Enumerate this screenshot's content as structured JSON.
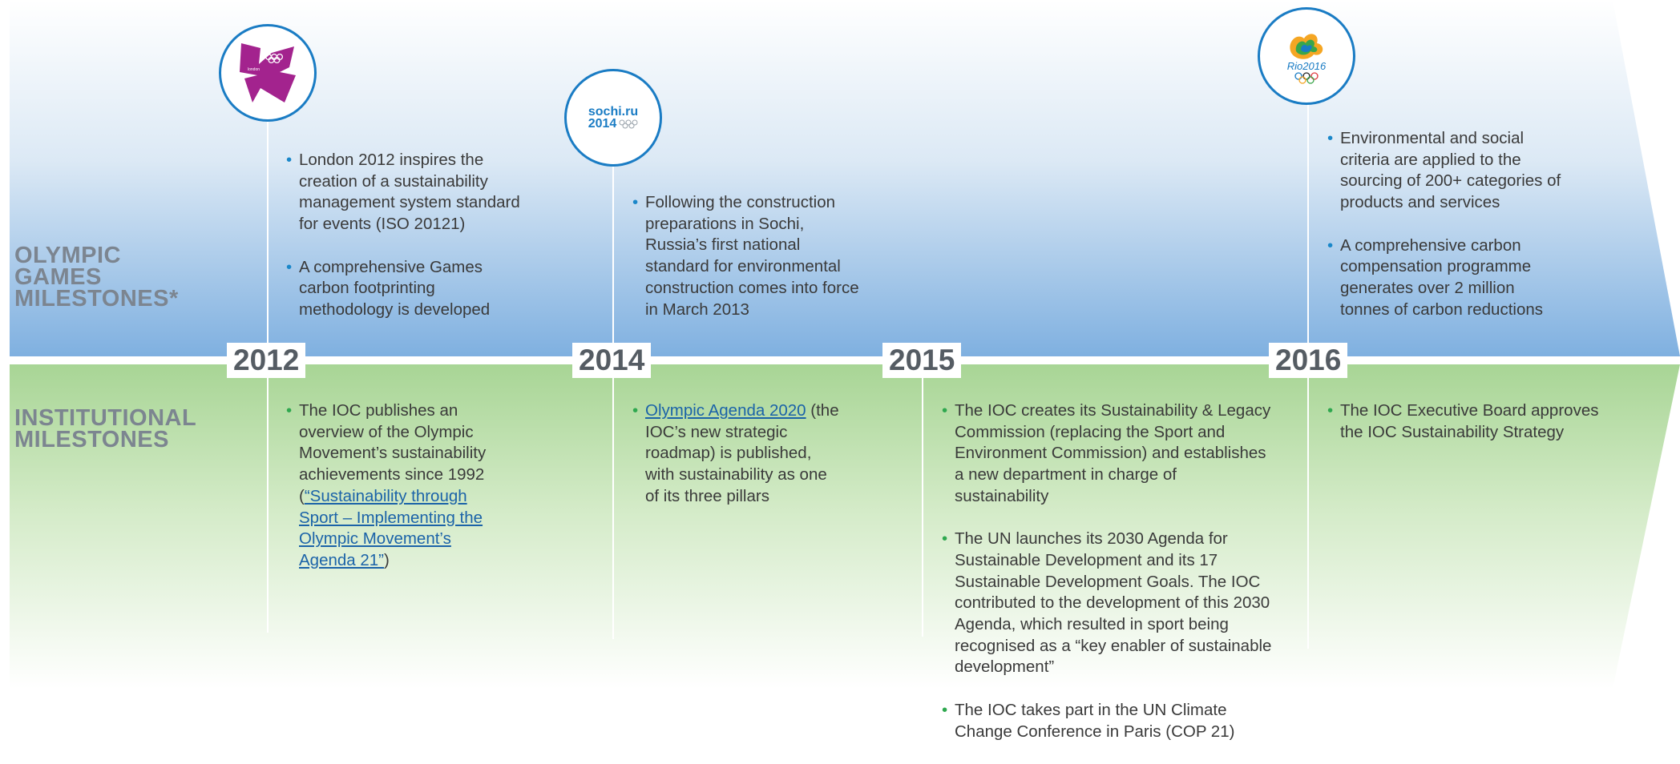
{
  "rows": {
    "top_label": [
      "OLYMPIC",
      "GAMES",
      "MILESTONES*"
    ],
    "bottom_label": [
      "INSTITUTIONAL",
      "MILESTONES"
    ]
  },
  "years": [
    "2012",
    "2014",
    "2015",
    "2016"
  ],
  "logos": {
    "london": {
      "text": "london"
    },
    "sochi": {
      "line1": "sochi.ru",
      "line2": "2014"
    },
    "rio": {
      "text": "Rio2016"
    }
  },
  "olympic": {
    "y2012": [
      "London 2012 inspires the creation of a sustainability management system standard for events (ISO 20121)",
      "A comprehensive Games carbon footprinting methodology is developed"
    ],
    "y2014": [
      "Following the construction preparations in Sochi, Russia’s first national standard for environmental construction comes into force in March 2013"
    ],
    "y2016": [
      "Environmental and social criteria are applied to the sourcing of 200+ categories of products and services",
      "A comprehensive carbon compensation programme generates over 2 million tonnes of carbon reductions"
    ]
  },
  "institutional": {
    "y2012": {
      "text_before": "The IOC publishes an overview of the Olympic Movement’s sustainability achievements since 1992 (",
      "link": "“Sustainability through Sport – Implementing the Olympic Movement’s Agenda 21”",
      "text_after": ")"
    },
    "y2014": {
      "link": "Olympic Agenda 2020",
      "text_after": " (the IOC’s new strategic roadmap) is published, with sustainability as one of its three pillars"
    },
    "y2015": [
      "The IOC creates its Sustainability & Legacy Commission (replacing the Sport and Environment Commission) and establishes a new department in charge of sustainability",
      "The UN launches its 2030 Agenda for Sustainable Development and its 17 Sustainable Development Goals. The IOC contributed to the development of this 2030 Agenda, which resulted in sport being recognised as a “key enabler of sustainable development”",
      "The IOC takes part in the UN Climate Change Conference in Paris (COP 21)"
    ],
    "y2016": [
      "The IOC Executive Board approves the IOC Sustainability Strategy"
    ]
  },
  "colors": {
    "bullet_olympic": "#1a87c9",
    "bullet_institutional": "#2fa84f",
    "link": "#1b63a8",
    "logo_border": "#1a7cc4",
    "london_logo": "#a3238e"
  }
}
